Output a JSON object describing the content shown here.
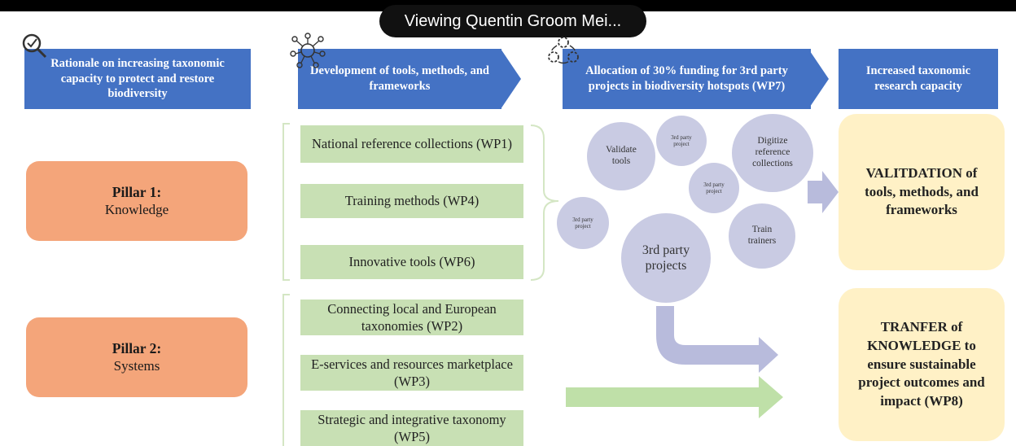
{
  "overlay": {
    "viewing_label": "Viewing Quentin Groom Mei..."
  },
  "headers": [
    {
      "text": "Rationale on increasing taxonomic capacity to protect and restore biodiversity"
    },
    {
      "text": "Development of tools, methods, and frameworks"
    },
    {
      "text": "Allocation of 30% funding for 3rd party projects in biodiversity hotspots (WP7)"
    },
    {
      "text": "Increased taxonomic research capacity"
    }
  ],
  "icons": [
    "magnifier-check-icon",
    "network-brain-icon",
    "gears-cycle-icon"
  ],
  "pillars": [
    {
      "title": "Pillar 1:",
      "subtitle": "Knowledge"
    },
    {
      "title": "Pillar 2:",
      "subtitle": "Systems"
    }
  ],
  "work_packages": [
    {
      "label": "National reference collections (WP1)"
    },
    {
      "label": "Training methods (WP4)"
    },
    {
      "label": "Innovative tools (WP6)"
    },
    {
      "label": "Connecting local and European taxonomies (WP2)"
    },
    {
      "label": "E-services and resources marketplace (WP3)"
    },
    {
      "label": "Strategic and integrative taxonomy (WP5)"
    }
  ],
  "bubbles": [
    {
      "label": "Validate tools"
    },
    {
      "label": "3rd party project"
    },
    {
      "label": "Digitize reference collections"
    },
    {
      "label": "3rd party project"
    },
    {
      "label": "3rd party project"
    },
    {
      "label": "Train trainers"
    },
    {
      "label": "3rd party projects"
    }
  ],
  "results": [
    {
      "text": "VALITDATION of tools, methods, and frameworks"
    },
    {
      "text": "TRANFER of KNOWLEDGE to ensure sustainable project outcomes and impact (WP8)"
    }
  ],
  "colors": {
    "header_blue": "#4472c4",
    "pillar_orange": "#f4a57a",
    "wp_green": "#c8e0b4",
    "bubble_lavender": "#c9cbe3",
    "result_yellow": "#fff1c6",
    "arrow_lavender": "#b8bbdc",
    "arrow_green": "#bfe0a8"
  }
}
